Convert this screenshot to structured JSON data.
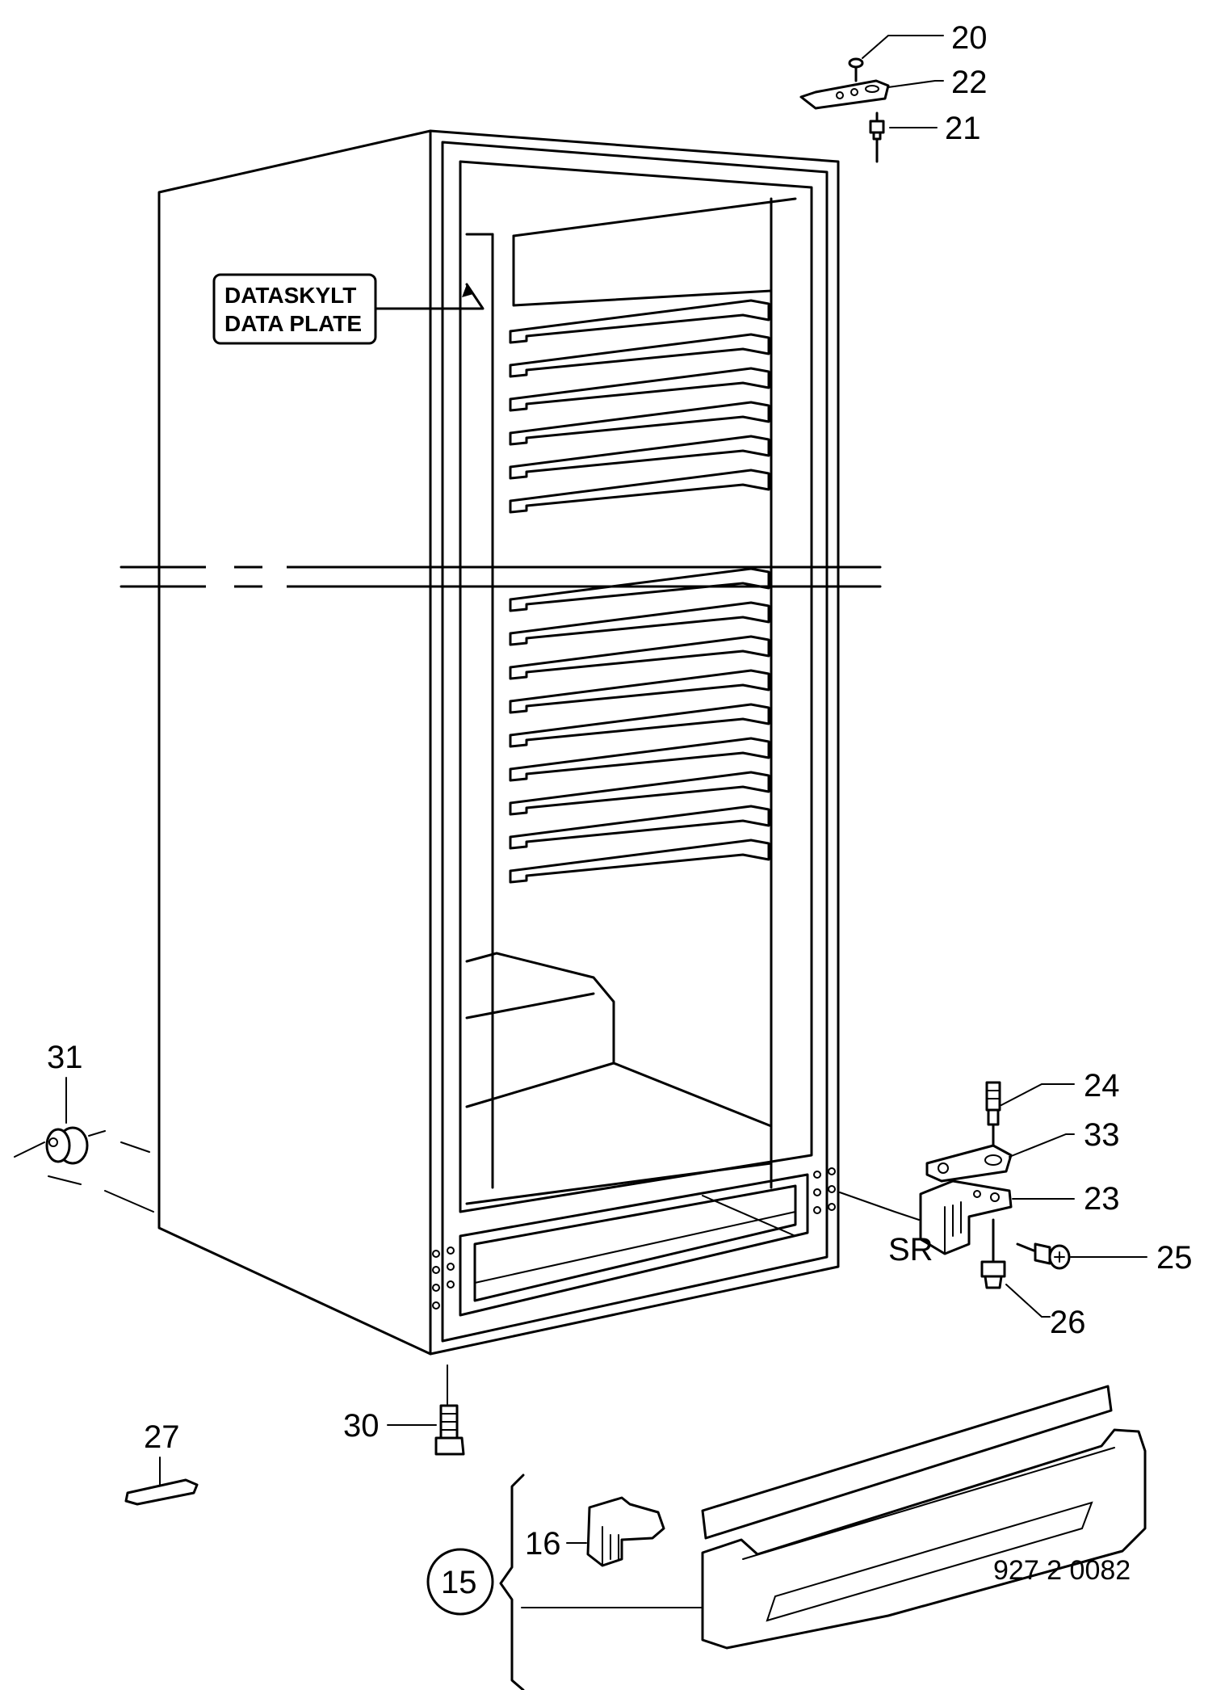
{
  "diagram": {
    "plate_label_1": "DATASKYLT",
    "plate_label_2": "DATA PLATE",
    "side_label": "SR",
    "drawing_number": "927 2 0082",
    "callouts": {
      "p20": "20",
      "p22": "22",
      "p21": "21",
      "p24": "24",
      "p33": "33",
      "p23": "23",
      "p25": "25",
      "p26": "26",
      "p31": "31",
      "p30": "30",
      "p27": "27",
      "p16": "16",
      "p15": "15"
    }
  }
}
